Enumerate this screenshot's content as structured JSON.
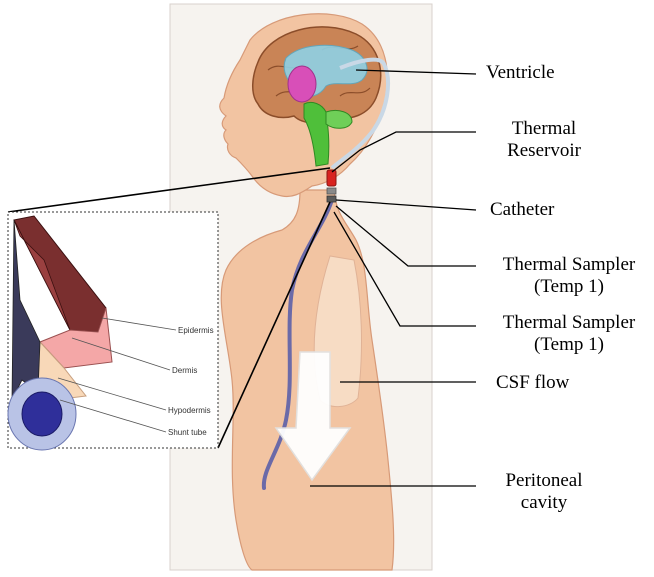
{
  "labels": {
    "ventricle": "Ventricle",
    "thermal_reservoir_l1": "Thermal",
    "thermal_reservoir_l2": "Reservoir",
    "catheter": "Catheter",
    "sampler1_l1": "Thermal Sampler",
    "sampler1_l2": "(Temp 1)",
    "sampler2_l1": "Thermal Sampler",
    "sampler2_l2": "(Temp 1)",
    "csf_flow": "CSF flow",
    "peritoneal_l1": "Peritoneal",
    "peritoneal_l2": "cavity"
  },
  "inset": {
    "epidermis": "Epidermis",
    "dermis": "Dermis",
    "hypodermis": "Hypodermis",
    "shunt_tube": "Shunt tube"
  },
  "colors": {
    "skin": "#f3c9a8",
    "brain": "#c98456",
    "ventricle": "#8fd1e6",
    "brainstem": "#4fbf3a",
    "reservoir": "#d8231f",
    "catheter": "#6b6aa8",
    "epidermis": "#7a2f2f",
    "dermis": "#f4a7a7",
    "hypodermis": "#f8d8b8",
    "shunt": "#2f2f9a"
  }
}
